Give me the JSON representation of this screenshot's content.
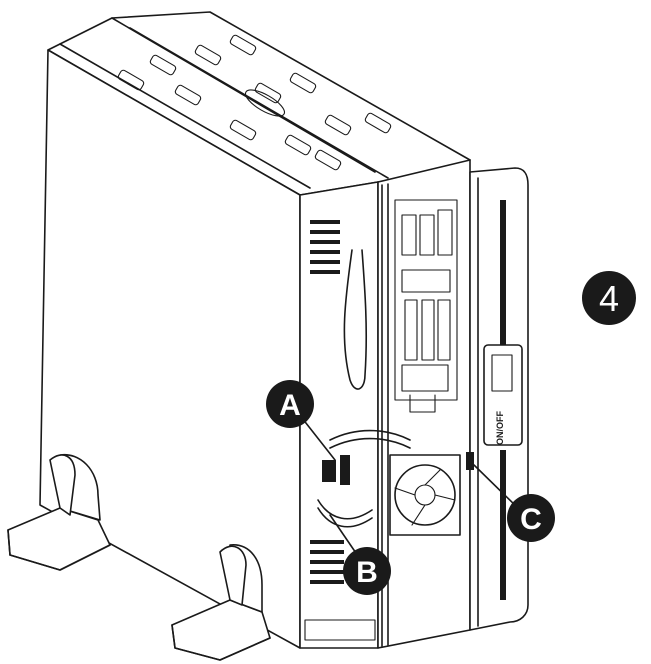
{
  "step_badge": {
    "label": "4"
  },
  "callouts": [
    {
      "label": "A"
    },
    {
      "label": "B"
    },
    {
      "label": "C"
    }
  ],
  "front_panel_display": {
    "label": "ON/OFF"
  },
  "colors": {
    "ink": "#1a1a1a",
    "background": "#ffffff"
  }
}
